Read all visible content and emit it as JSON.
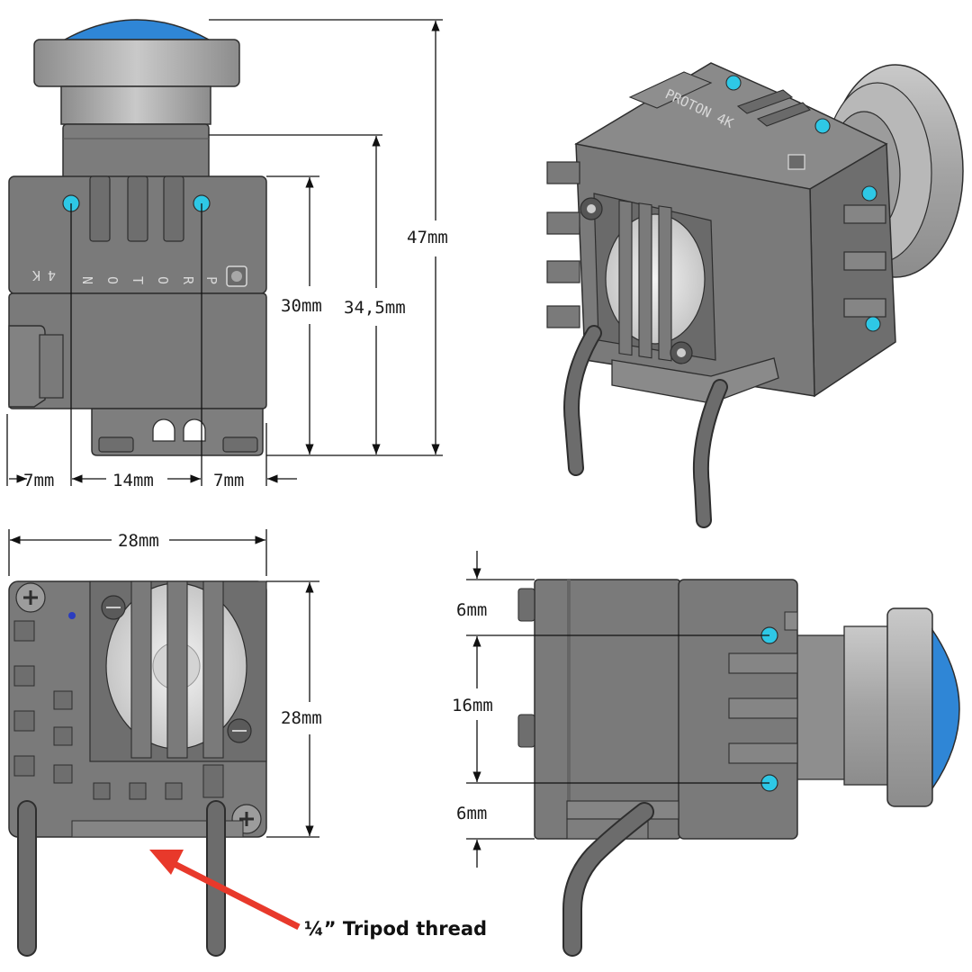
{
  "brand": {
    "letters": [
      "P",
      "R",
      "O",
      "T",
      "O",
      "N"
    ],
    "model_letters": [
      "4",
      "K"
    ],
    "iso_text": "PROTON 4K"
  },
  "colors": {
    "body": "#7a7a7a",
    "body_dark": "#5e5e5e",
    "body_light": "#9a9a9a",
    "outline": "#2e2e2e",
    "lens_blue": "#2f86d6",
    "indicator": "#2ec8e6",
    "arrow": "#e8392b",
    "fan": "#e4e4e4"
  },
  "dimensions": {
    "front_total_height": "47mm",
    "front_cube_height": "30mm",
    "front_with_lens_base": "34,5mm",
    "left_offset": "7mm",
    "center_spacing": "14mm",
    "right_offset": "7mm",
    "back_width": "28mm",
    "back_height": "28mm",
    "side_top": "6mm",
    "side_middle": "16mm",
    "side_bottom": "6mm"
  },
  "callout": {
    "label": "¼” Tripod thread",
    "icon": "arrow-icon"
  },
  "views": [
    "front-view",
    "isometric-view",
    "back-view",
    "side-view"
  ]
}
